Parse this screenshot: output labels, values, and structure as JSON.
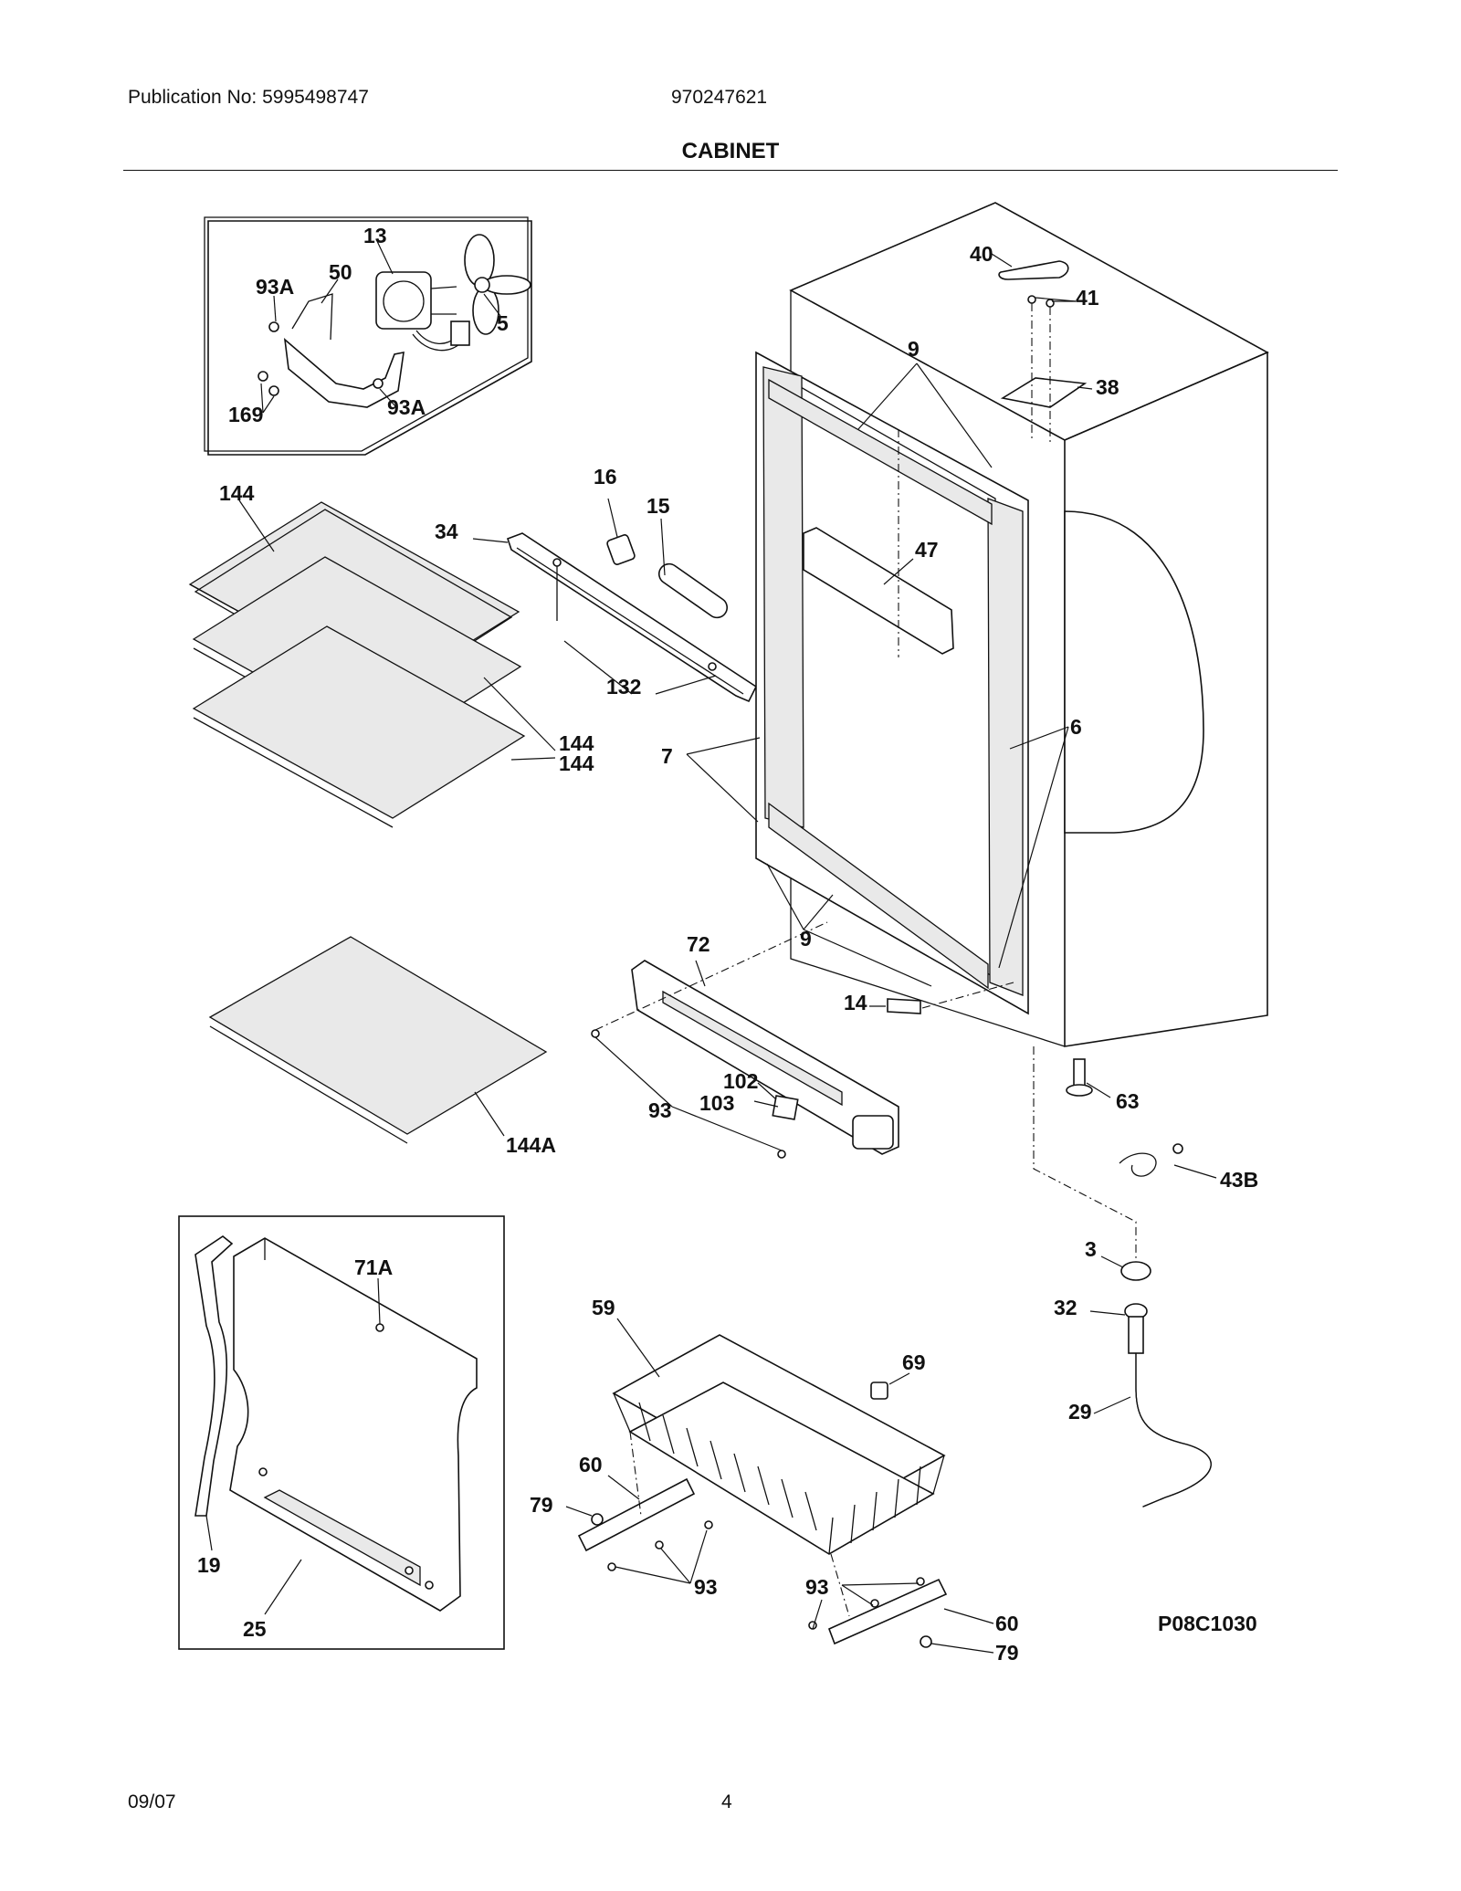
{
  "header": {
    "publication": "Publication No: 5995498747",
    "model_number": "970247621",
    "section_title": "CABINET"
  },
  "diagram": {
    "figure_code": "P08C1030",
    "callouts": {
      "c13": "13",
      "c93a_1": "93A",
      "c50": "50",
      "c5": "5",
      "c169": "169",
      "c93a_2": "93A",
      "c144_top": "144",
      "c144_mid": "144",
      "c144_low": "144",
      "c144a": "144A",
      "c34": "34",
      "c16": "16",
      "c15": "15",
      "c132": "132",
      "c7": "7",
      "c9_top": "9",
      "c9_bot": "9",
      "c40": "40",
      "c41": "41",
      "c38": "38",
      "c47": "47",
      "c6": "6",
      "c72": "72",
      "c14": "14",
      "c102": "102",
      "c103": "103",
      "c93_door": "93",
      "c63": "63",
      "c43b": "43B",
      "c3": "3",
      "c32": "32",
      "c29": "29",
      "c71a": "71A",
      "c19": "19",
      "c25": "25",
      "c59": "59",
      "c69": "69",
      "c60_left": "60",
      "c79_left": "79",
      "c93_left": "93",
      "c93_right": "93",
      "c60_right": "60",
      "c79_right": "79"
    }
  },
  "footer": {
    "date": "09/07",
    "page": "4"
  }
}
